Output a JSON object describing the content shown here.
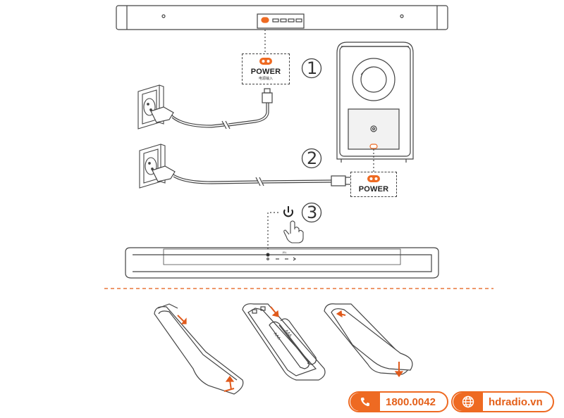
{
  "steps": [
    {
      "number": "1"
    },
    {
      "number": "2"
    },
    {
      "number": "3"
    }
  ],
  "power_label_soundbar": {
    "title": "POWER",
    "subtitle": "电源输入"
  },
  "power_label_subwoofer": {
    "title": "POWER"
  },
  "contact": {
    "phone": "1800.0042",
    "website": "hdradio.vn"
  },
  "colors": {
    "accent": "#ee6a22",
    "divider": "#e8763a",
    "line": "#444444"
  },
  "icons": [
    "phone-icon",
    "globe-icon",
    "power-icon",
    "hand-pointer-icon",
    "wall-socket-icon",
    "arrow-icon"
  ]
}
